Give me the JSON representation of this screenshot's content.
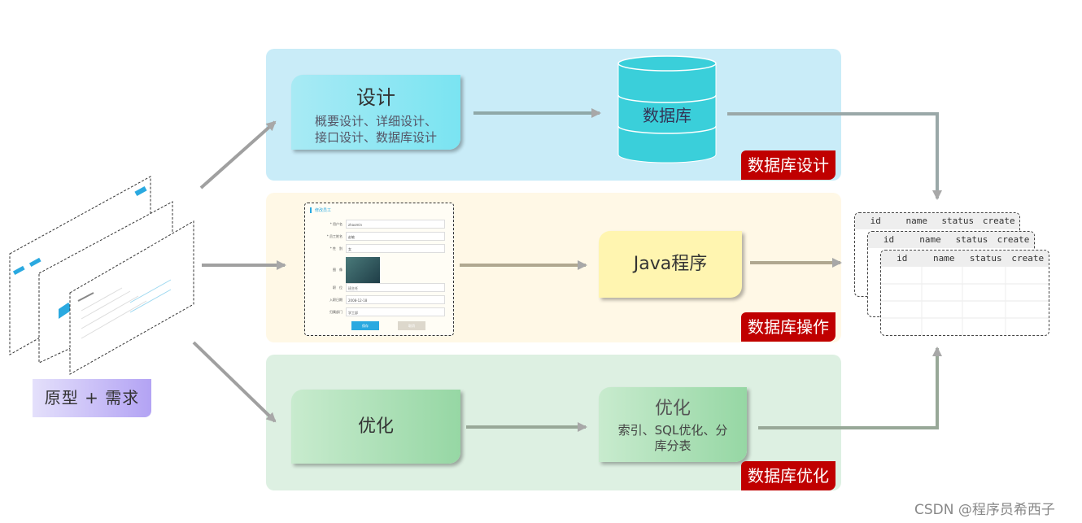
{
  "prototype": {
    "label": "原型 + 需求"
  },
  "design": {
    "card_title": "设计",
    "card_subtitle_line1": "概要设计、详细设计、",
    "card_subtitle_line2": "接口设计、数据库设计",
    "database_label": "数据库",
    "tag": "数据库设计",
    "band_color": "#c9ecf8"
  },
  "operations": {
    "form": {
      "title": "修改员工",
      "fields": [
        {
          "label": "* 用户名",
          "value": "zhaomin"
        },
        {
          "label": "* 员工姓名",
          "value": "赵敏"
        },
        {
          "label": "* 性　别",
          "value": "女"
        },
        {
          "label": "图　像",
          "value": ""
        },
        {
          "label": "职　位",
          "value": "班主任"
        },
        {
          "label": "入职日期",
          "value": "2008-12-18"
        },
        {
          "label": "归属部门",
          "value": "学工部"
        }
      ],
      "save_label": "保存",
      "cancel_label": "取消"
    },
    "program_label": "Java程序",
    "tag": "数据库操作",
    "band_color": "#fff8e6"
  },
  "optimization": {
    "card1_title": "优化",
    "card2_title": "优化",
    "card2_subtitle_line1": "索引、SQL优化、分",
    "card2_subtitle_line2": "库分表",
    "tag": "数据库优化",
    "band_color": "#ddf0e2"
  },
  "tables": {
    "columns": [
      "id",
      "name",
      "status",
      "create"
    ]
  },
  "tag_color": "#c00000",
  "watermark": "CSDN @程序员希西子"
}
